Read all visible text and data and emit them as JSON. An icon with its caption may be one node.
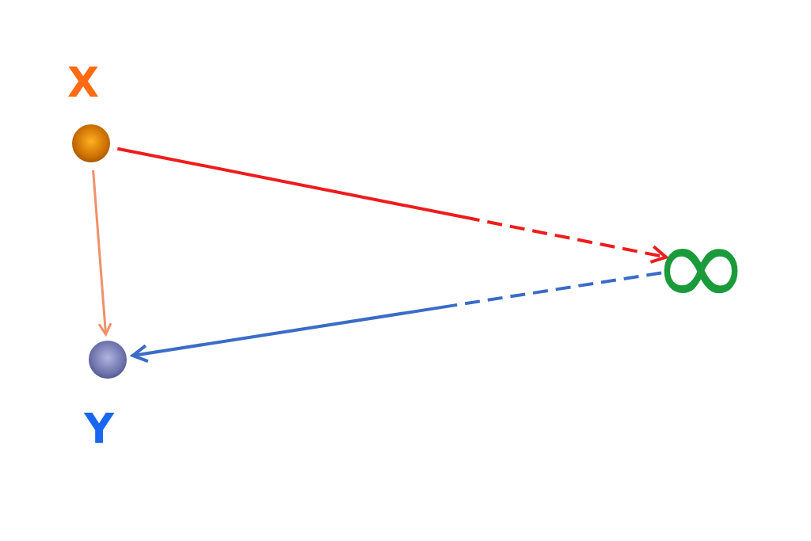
{
  "diagram": {
    "nodes": [
      {
        "text": [
          "X"
        ]
      },
      {
        "text": [
          "∞"
        ]
      },
      {
        "text": [
          "Y"
        ]
      }
    ],
    "edges": [
      {
        "from": 0,
        "to": 1,
        "arrow": "to",
        "style": "dashed",
        "color": "#ee1c1c"
      },
      {
        "from": 1,
        "to": 2,
        "arrow": "to",
        "style": "dashed",
        "color": "#3a6cc8"
      },
      {
        "from": 0,
        "to": 2,
        "arrow": "to",
        "color": "#f0906a"
      }
    ]
  }
}
